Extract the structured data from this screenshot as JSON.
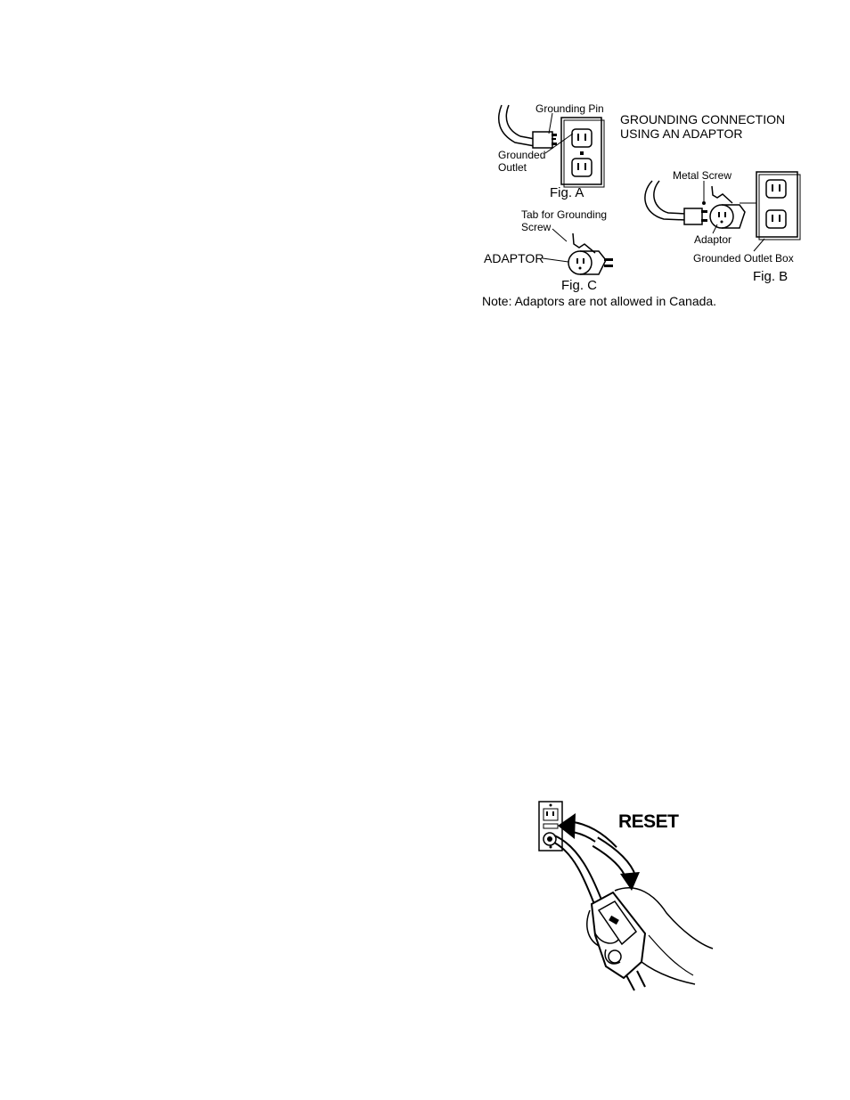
{
  "grounding_figure": {
    "heading_line1": "GROUNDING CONNECTION",
    "heading_line2": "USING AN ADAPTOR",
    "fig_a": {
      "grounding_pin_label": "Grounding Pin",
      "grounded_outlet_label_1": "Grounded",
      "grounded_outlet_label_2": "Outlet",
      "caption": "Fig. A"
    },
    "fig_b": {
      "metal_screw_label": "Metal Screw",
      "adaptor_label": "Adaptor",
      "grounded_outlet_box_label": "Grounded Outlet Box",
      "caption": "Fig. B"
    },
    "fig_c": {
      "tab_label_1": "Tab for Grounding",
      "tab_label_2": "Screw",
      "adaptor_label": "ADAPTOR",
      "caption": "Fig. C"
    },
    "note": "Note:  Adaptors are not allowed in Canada."
  },
  "reset_figure": {
    "label": "RESET"
  }
}
